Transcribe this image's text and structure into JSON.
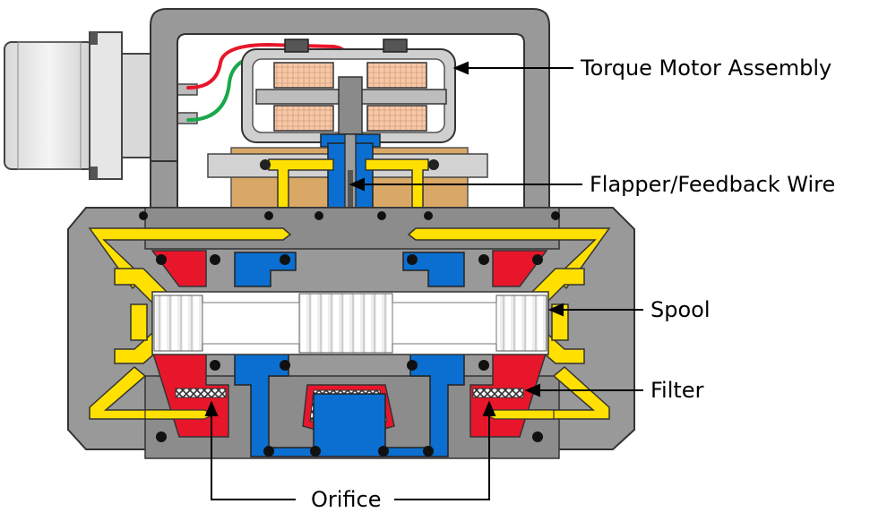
{
  "labels": {
    "torque_motor": "Torque Motor Assembly",
    "flapper": "Flapper/Feedback Wire",
    "spool": "Spool",
    "filter": "Filter",
    "orifice": "Orifice"
  },
  "colors": {
    "body": "#999999",
    "body_dark": "#7f7f7f",
    "hydraulic_supply": "#ffe000",
    "return_blue": "#0a6fd0",
    "control_red": "#e8162a",
    "coil": "#f6c9a8",
    "flapper_block": "#d9a867",
    "wire_red": "#e8162a",
    "wire_green": "#19a84a",
    "spool_white": "#f2f2f2"
  }
}
